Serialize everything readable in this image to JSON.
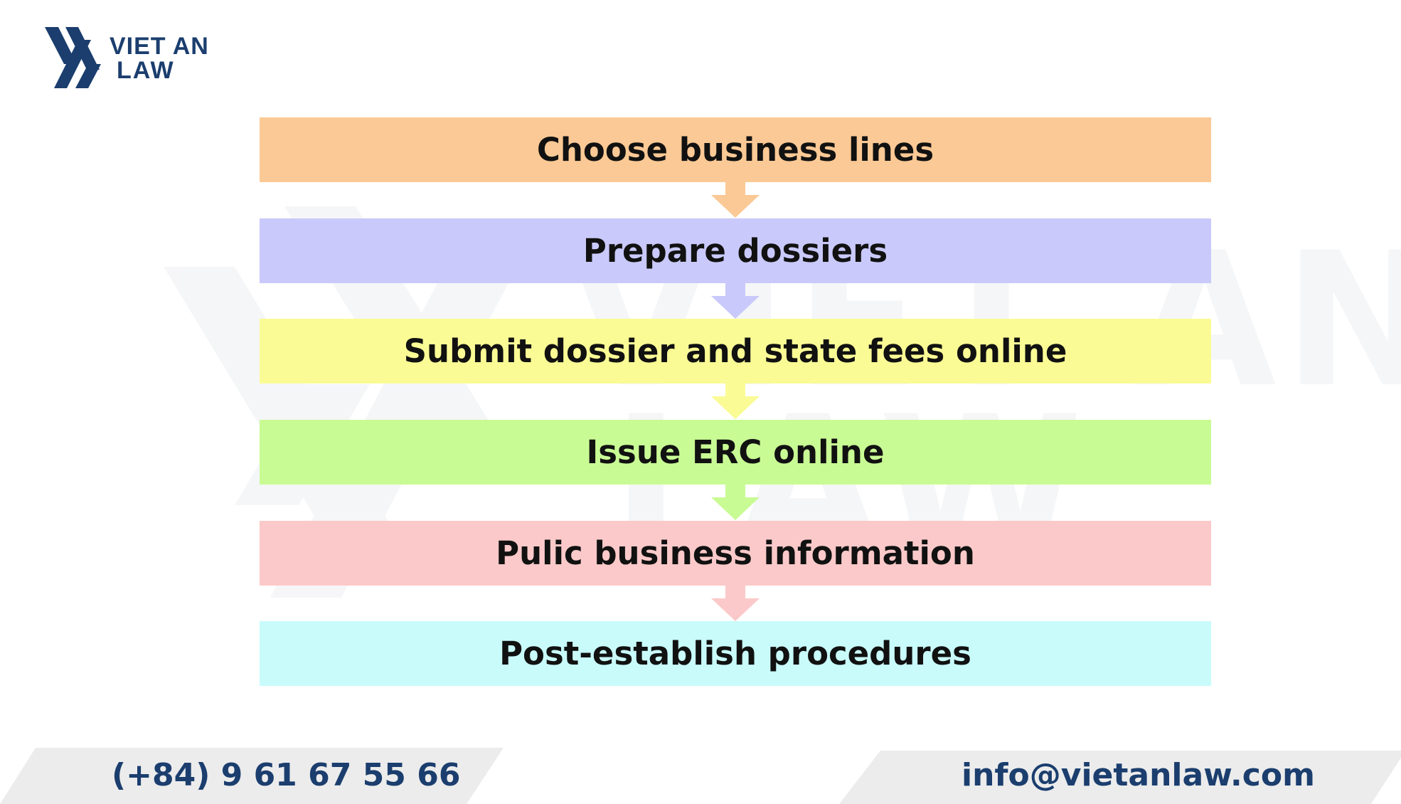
{
  "brand": {
    "logo_line1": "VIET AN",
    "logo_line2": "LAW",
    "color": "#1b3e6e"
  },
  "steps": [
    {
      "label": "Choose business lines",
      "color": "#fbc995"
    },
    {
      "label": "Prepare dossiers",
      "color": "#c9c9fb"
    },
    {
      "label": "Submit dossier and state fees online",
      "color": "#fafb95"
    },
    {
      "label": "Issue ERC online",
      "color": "#c9fb95"
    },
    {
      "label": "Pulic business information",
      "color": "#fbc9c9"
    },
    {
      "label": "Post-establish procedures",
      "color": "#c9fbfb"
    }
  ],
  "footer": {
    "phone": "(+84) 9 61 67 55 66",
    "email": "info@vietanlaw.com",
    "band_color": "#ececec"
  }
}
